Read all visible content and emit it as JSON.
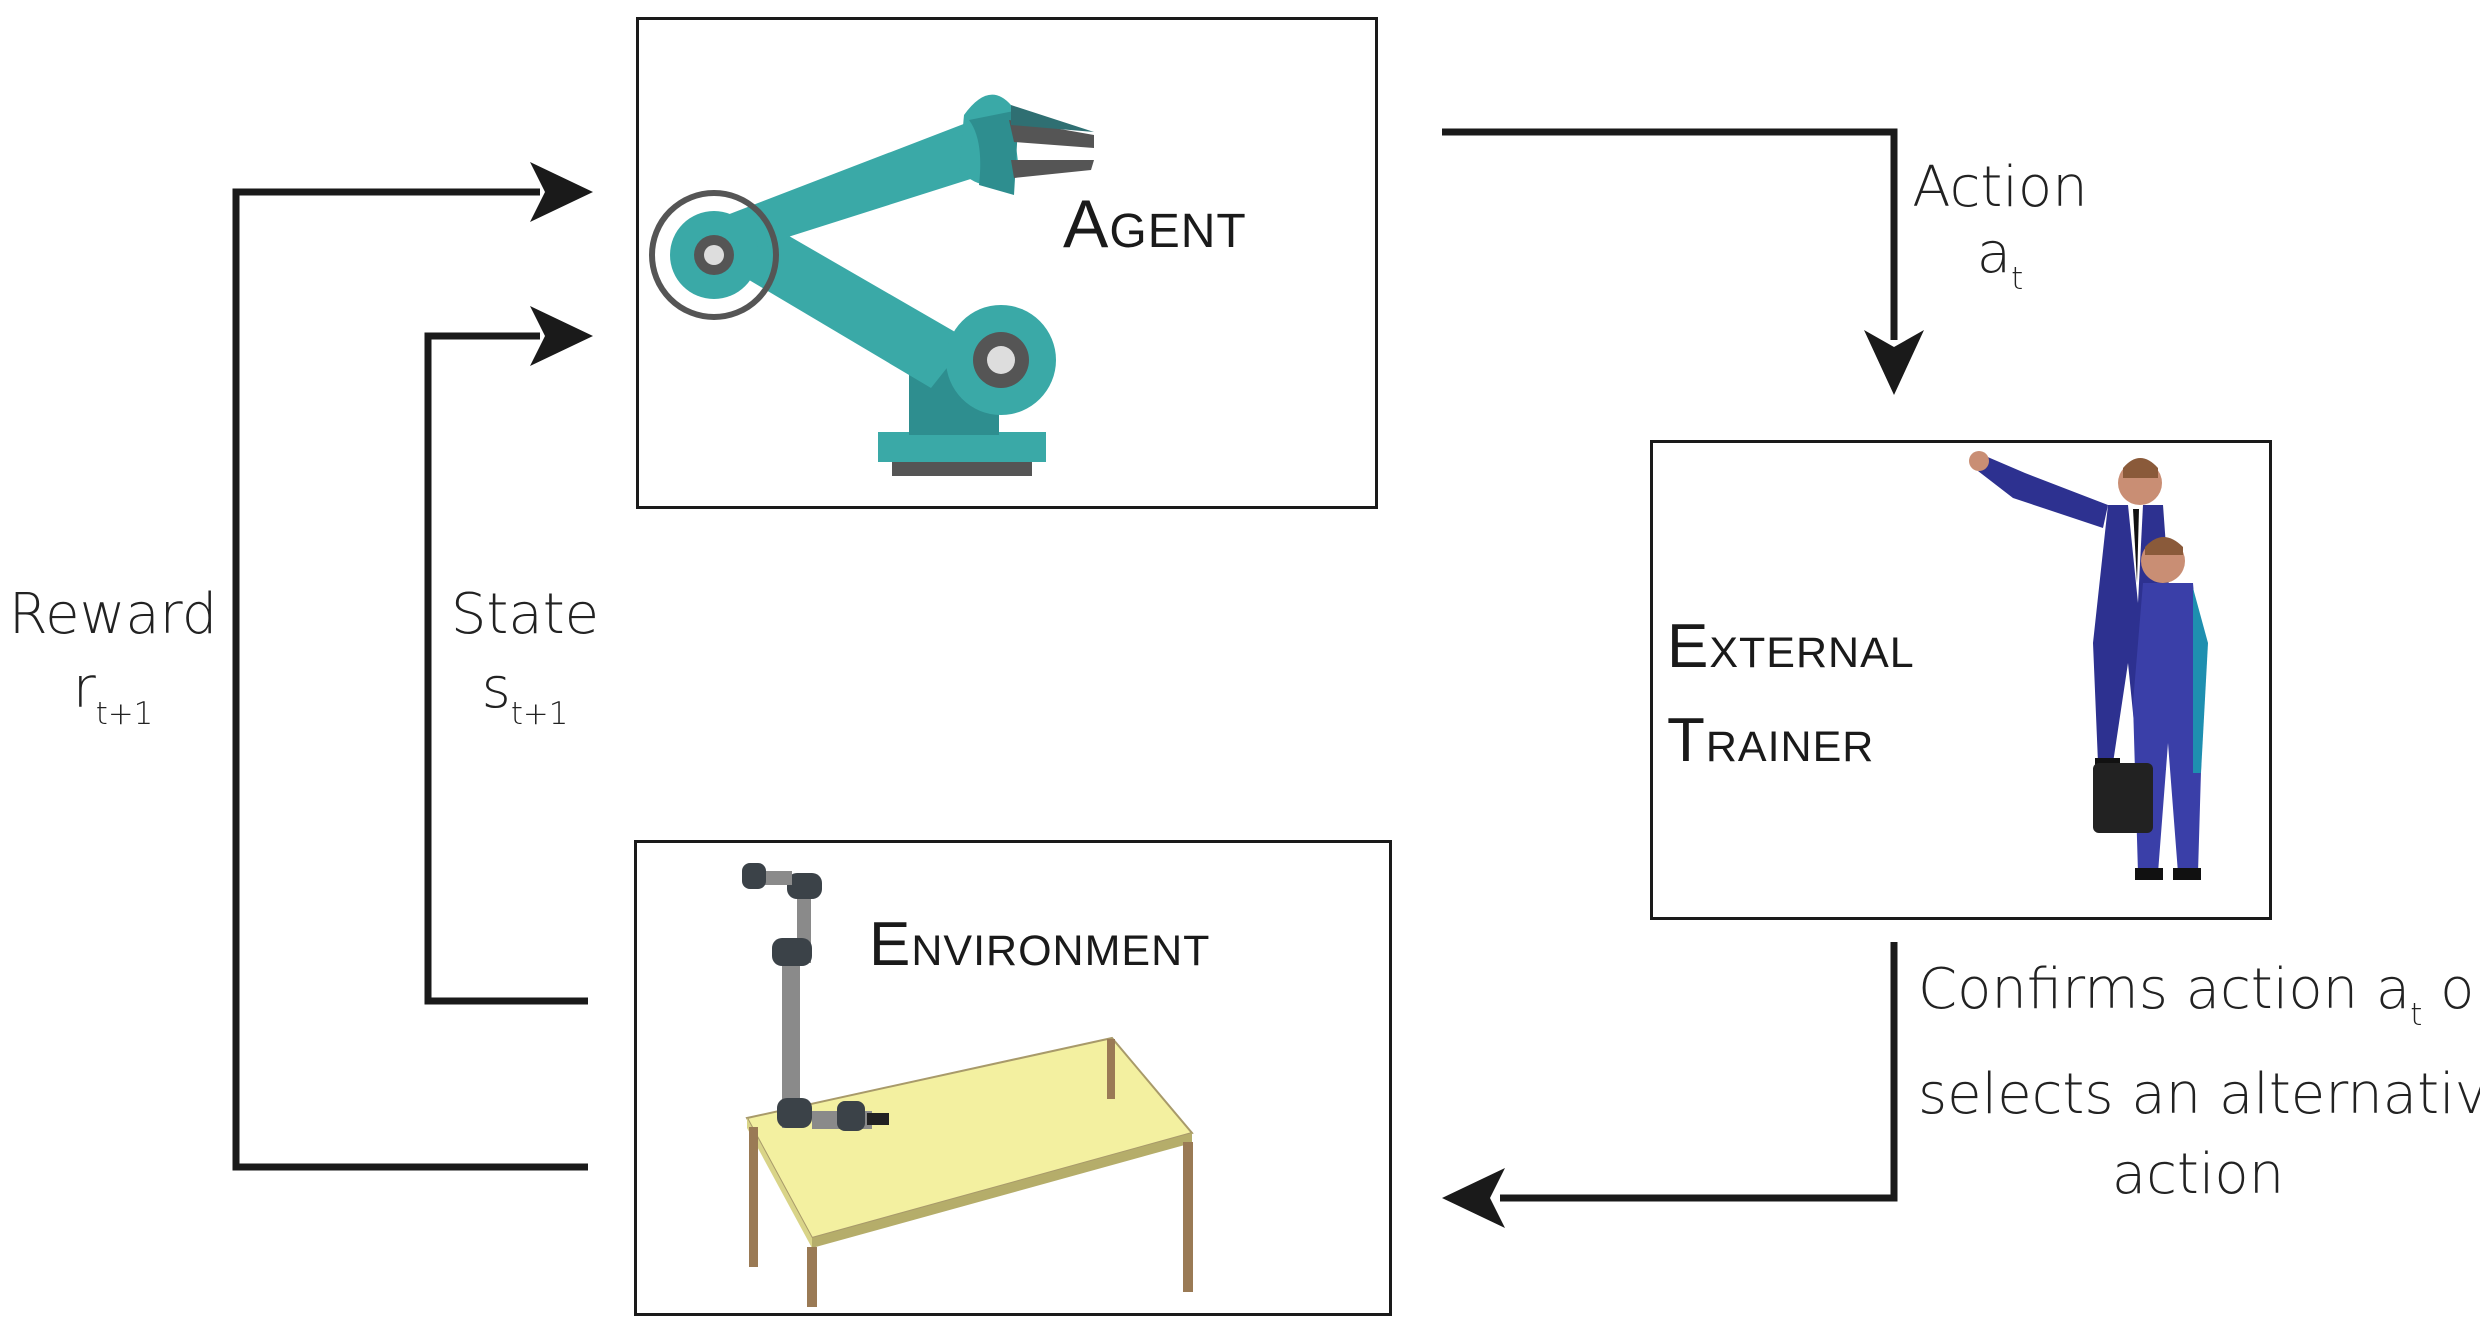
{
  "colors": {
    "line": "#1a1a1a",
    "robot_teal": "#3aa9a7",
    "robot_dark": "#2c7f86",
    "suit": "#2d3190",
    "table_top": "#f3f0a0",
    "table_leg": "#9a7a55"
  },
  "nodes": {
    "agent": {
      "title": "Agent",
      "icon": "robot-arm-icon"
    },
    "trainer": {
      "title_line1": "External",
      "title_line2": "Trainer",
      "icon": "business-people-icon"
    },
    "environment": {
      "title": "Environment",
      "icon": "robot-on-table-icon"
    }
  },
  "edges": {
    "action": {
      "label": "Action",
      "symbol": "a",
      "subscript": "t"
    },
    "confirm": {
      "line1_pre": "Confirms action a",
      "line1_sub": "t",
      "line1_post": " or",
      "line2": "selects an alternative",
      "line3": "action"
    },
    "state": {
      "label": "State",
      "symbol": "s",
      "subscript": "t+1"
    },
    "reward": {
      "label": "Reward",
      "symbol": "r",
      "subscript": "t+1"
    }
  }
}
